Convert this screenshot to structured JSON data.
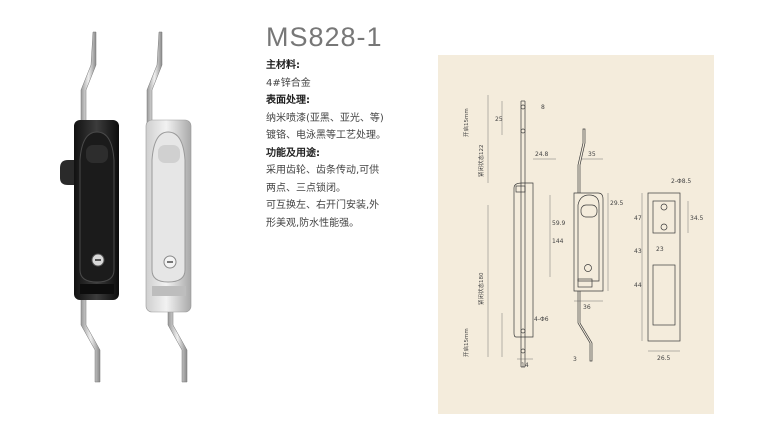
{
  "product": {
    "model": "MS828-1"
  },
  "spec": [
    {
      "heading": "主材料:",
      "lines": [
        "4#锌合金"
      ]
    },
    {
      "heading": "表面处理:",
      "lines": [
        "纳米喷漆(亚黑、亚光、等)",
        "镀铬、电泳黑等工艺处理。"
      ]
    },
    {
      "heading": "功能及用途:",
      "lines": [
        "采用齿轮、齿条传动,可供",
        "两点、三点锁闭。",
        "可互换左、右开门安装,外",
        "形美观,防水性能强。"
      ]
    }
  ],
  "drawing": {
    "dims": {
      "d8": "8",
      "d25": "25",
      "d24_8": "24.8",
      "d35": "35",
      "d59_9": "59.9",
      "d29_5": "29.5",
      "d144": "144",
      "d36": "36",
      "d14": "14",
      "d3": "3",
      "d4phi6": "4-Φ6",
      "d2phi8_5": "2-Φ8.5",
      "d34_5": "34.5",
      "d47": "47",
      "d43": "43",
      "d23": "23",
      "d44": "44",
      "d26_5": "26.5"
    },
    "vertical_labels": {
      "open_top": "开启15mm",
      "close_122": "紧闭状态122",
      "close_180": "紧闭状态180",
      "open_bottom": "开启15mm"
    }
  },
  "colors": {
    "panel_bg": "#f4ecdc",
    "line": "#3a3a3a",
    "title": "#777777"
  }
}
